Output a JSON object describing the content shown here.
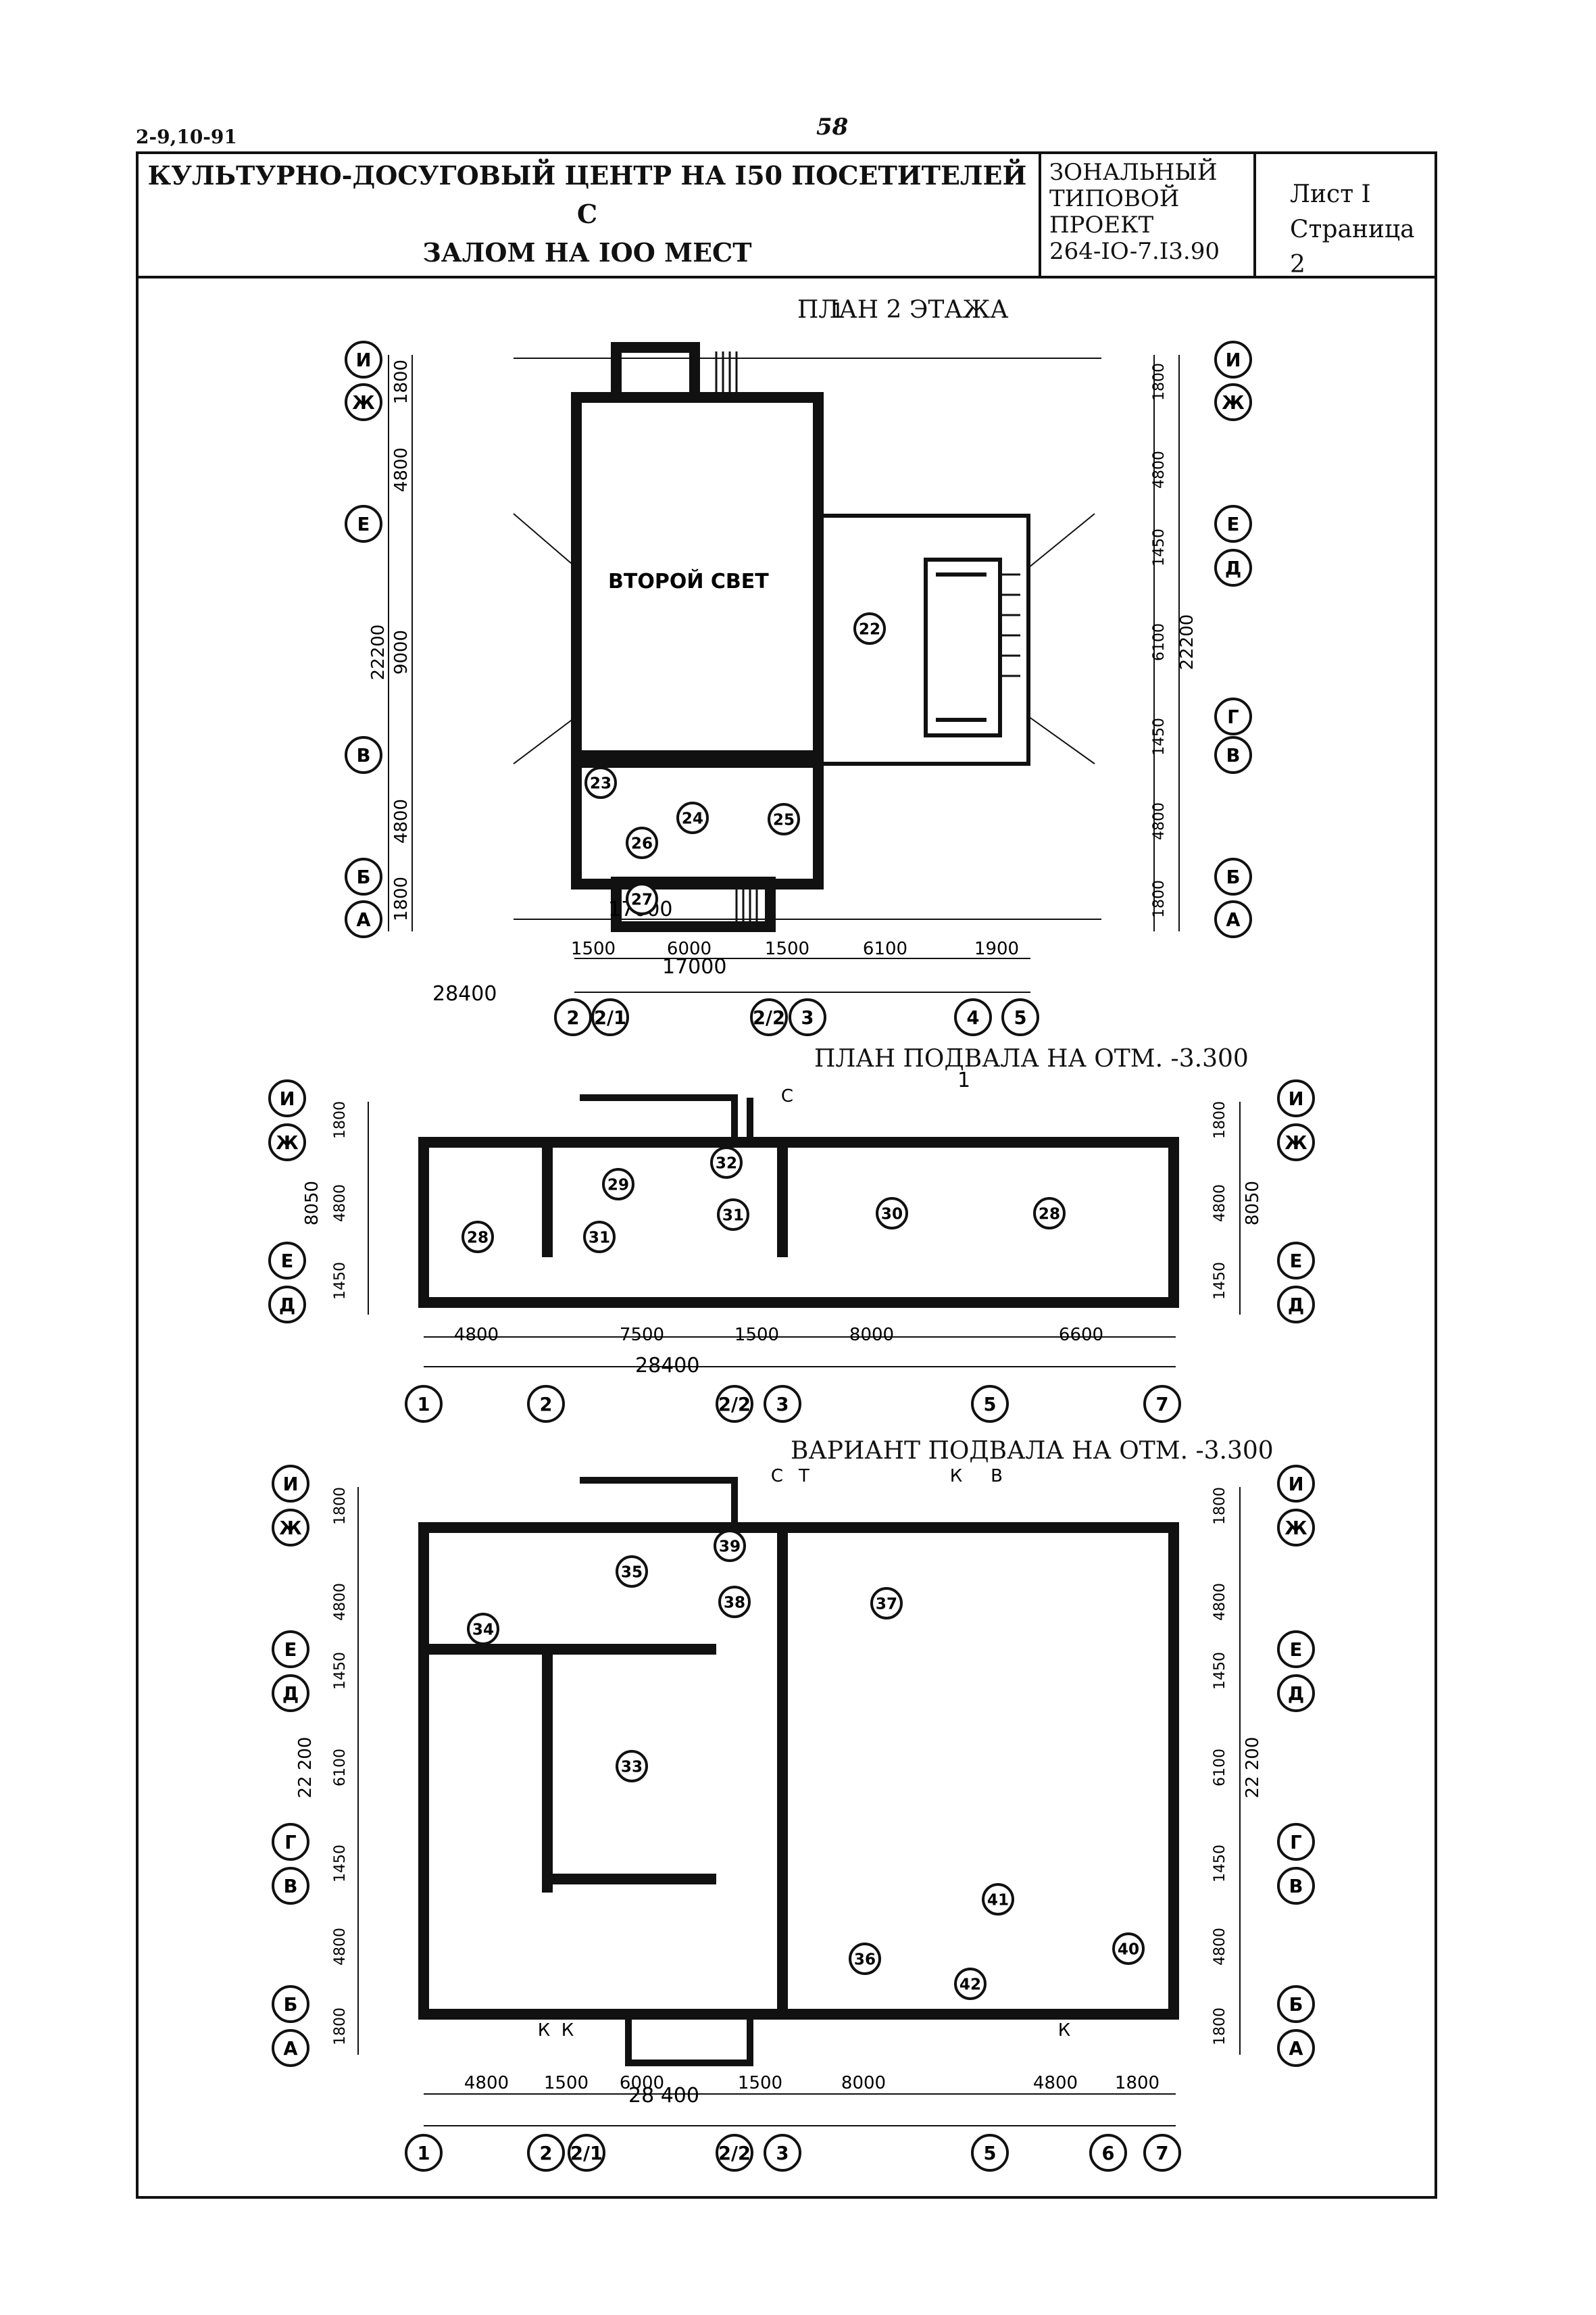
{
  "header": {
    "code": "2-9,10-91",
    "page_number": "58",
    "title_line1": "КУЛЬТУРНО-ДОСУГОВЫЙ ЦЕНТР НА I50 ПОСЕТИТЕЛЕЙ С",
    "title_line2": "ЗАЛОМ НА IOO МЕСТ",
    "project_line1": "ЗОНАЛЬНЫЙ",
    "project_line2": "ТИПОВОЙ ПРОЕКТ",
    "project_line3": "264-IO-7.I3.90",
    "sheet": "Лист I",
    "page": "Страница 2"
  },
  "plans": [
    {
      "title": "ПЛАН 2 ЭТАЖА",
      "section_mark": "1",
      "central_label": "ВТОРОЙ СВЕТ",
      "rooms": [
        "22",
        "23",
        "24",
        "25",
        "26",
        "27"
      ],
      "axes_left": [
        "И",
        "Ж",
        "Е",
        "В",
        "Б",
        "А"
      ],
      "axes_right": [
        "И",
        "Ж",
        "Е",
        "Д",
        "Г",
        "В",
        "Б",
        "А"
      ],
      "dims_left": [
        "1800",
        "4800",
        "9000",
        "4800",
        "1800"
      ],
      "dims_left_total": "22200",
      "dims_right": [
        "1800",
        "4800",
        "1450",
        "6100",
        "1450",
        "4800",
        "1800"
      ],
      "dims_right_total": "22200",
      "dims_bottom": [
        "1500",
        "6000",
        "1500",
        "6100",
        "1900"
      ],
      "dims_bottom_total": "17000",
      "axes_bottom": [
        "2",
        "2/1",
        "2/2",
        "3",
        "4",
        "5"
      ]
    },
    {
      "title": "ПЛАН ПОДВАЛА НА ОТМ. -3.300",
      "rooms": [
        "28",
        "29",
        "30",
        "31",
        "32",
        "31",
        "28"
      ],
      "axes_left": [
        "И",
        "Ж",
        "Е",
        "Д"
      ],
      "axes_right": [
        "И",
        "Ж",
        "Е",
        "Д"
      ],
      "dims_left": [
        "1800",
        "4800",
        "1450"
      ],
      "dims_left_total": "8050",
      "dims_right": [
        "1800",
        "4800",
        "1450"
      ],
      "dims_right_total": "8050",
      "dims_bottom": [
        "4800",
        "7500",
        "1500",
        "8000",
        "6600"
      ],
      "dims_bottom_total": "28400",
      "axes_bottom": [
        "1",
        "2",
        "2/2",
        "3",
        "5",
        "7"
      ],
      "markers": [
        "С"
      ]
    },
    {
      "title": "ВАРИАНТ ПОДВАЛА НА ОТМ. -3.300",
      "rooms": [
        "33",
        "34",
        "35",
        "36",
        "37",
        "38",
        "39",
        "40",
        "41",
        "42"
      ],
      "axes_left": [
        "И",
        "Ж",
        "Е",
        "Д",
        "Г",
        "В",
        "Б",
        "А"
      ],
      "axes_right": [
        "И",
        "Ж",
        "Е",
        "Д",
        "Г",
        "В",
        "Б",
        "А"
      ],
      "dims_left": [
        "1800",
        "4800",
        "1450",
        "6100",
        "1450",
        "4800",
        "1800"
      ],
      "dims_left_total": "22 200",
      "dims_right": [
        "1800",
        "4800",
        "1450",
        "6100",
        "1450",
        "4800",
        "1800"
      ],
      "dims_right_total": "22 200",
      "dims_bottom": [
        "4800",
        "1500",
        "6000",
        "1500",
        "8000",
        "4800",
        "1800"
      ],
      "dims_bottom_total": "28 400",
      "axes_bottom": [
        "1",
        "2",
        "2/1",
        "2/2",
        "3",
        "5",
        "6",
        "7"
      ],
      "markers": [
        "С",
        "Т",
        "К",
        "В",
        "К",
        "К",
        "К"
      ]
    }
  ]
}
